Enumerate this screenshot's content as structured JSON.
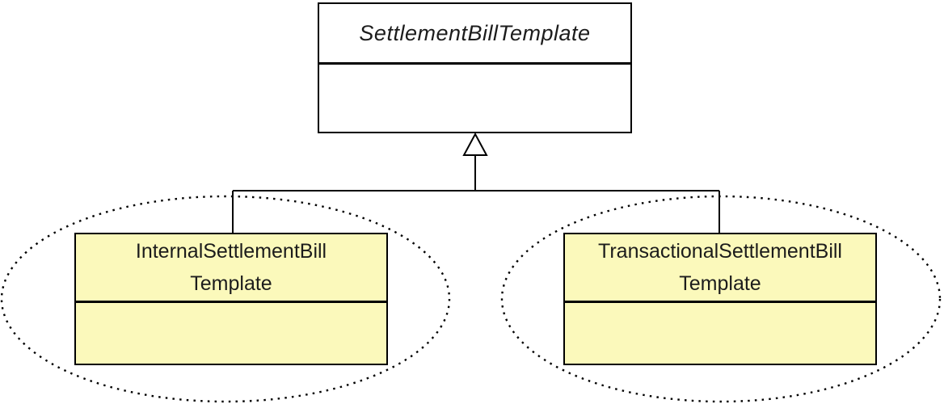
{
  "diagram": {
    "type": "uml-class-diagram",
    "parent_class": {
      "name": "SettlementBillTemplate",
      "abstract": true
    },
    "child_classes": [
      {
        "name": "InternalSettlementBillTemplate",
        "line1": "InternalSettlementBill",
        "line2": "Template"
      },
      {
        "name": "TransactionalSettlementBillTemplate",
        "line1": "TransactionalSettlementBill",
        "line2": "Template"
      }
    ],
    "relationship": "inheritance",
    "colors": {
      "parent_fill": "#ffffff",
      "child_fill": "#fbf9bb",
      "border": "#000000",
      "text": "#1c1c1c",
      "background": "#ffffff"
    }
  }
}
